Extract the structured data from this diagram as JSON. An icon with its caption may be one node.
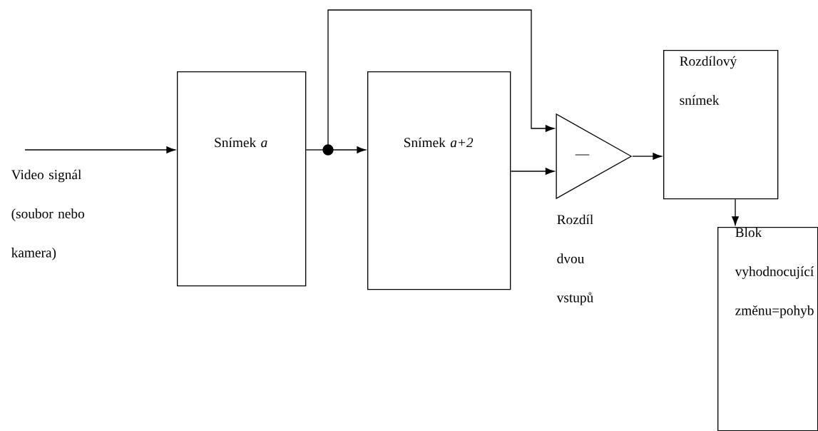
{
  "diagram": {
    "nodes": [
      {
        "text": [
          "Snímek *a*"
        ]
      },
      {
        "text": [
          "Snímek *a+2*"
        ]
      },
      {
        "text": [
          "—"
        ],
        "beside": [
          "Rozdíl dvou vstupů"
        ]
      },
      {
        "text": [
          "Rozdílový snímek"
        ]
      },
      {
        "text": [
          "Blok vyhodnocující změnu=pohyb"
        ]
      },
      {
        "text": [],
        "shape": "circle"
      }
    ],
    "edges": [
      {
        "from": null,
        "to": 0,
        "arrow": "to"
      },
      {
        "from": 0,
        "to": 5,
        "arrow": "none"
      },
      {
        "from": 5,
        "to": 1,
        "arrow": "to"
      },
      {
        "from": 5,
        "to": 2,
        "arrow": "to"
      },
      {
        "from": 1,
        "to": 2,
        "arrow": "to"
      },
      {
        "from": 2,
        "to": 3,
        "arrow": "to"
      },
      {
        "from": 3,
        "to": 4,
        "arrow": "to"
      }
    ],
    "labels": [
      "Video signál (soubor nebo kamera)"
    ]
  }
}
